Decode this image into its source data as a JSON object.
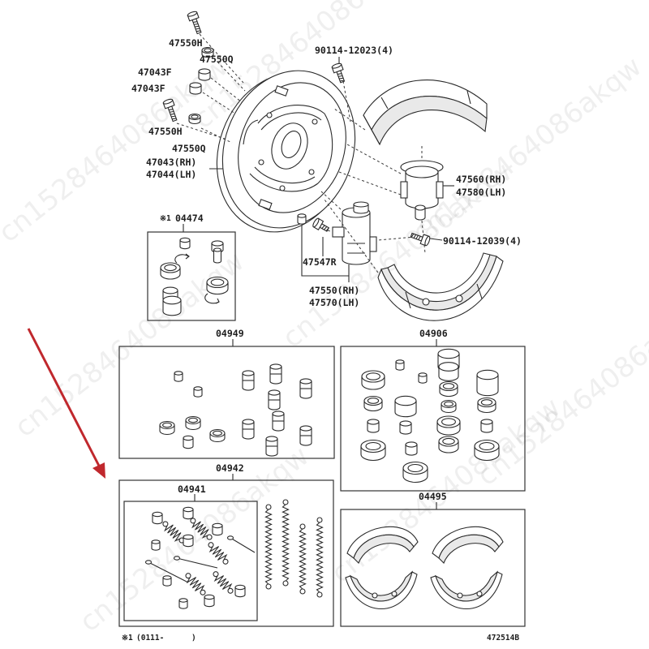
{
  "diagram": {
    "callouts": {
      "bolt_upper": "47550H",
      "washer_upper": "47550Q",
      "nut_upper": "47043F",
      "nut_lower": "47043F",
      "bolt_lower": "47550H",
      "washer_lower": "47550Q",
      "plate_rh": "47043(RH)",
      "plate_lh": "47044(LH)",
      "bolt_top": "90114-12023(4)",
      "front_cyl_rh": "47560(RH)",
      "front_cyl_lh": "47580(LH)",
      "cyl_bolt": "90114-12039(4)",
      "bleeder": "47547R",
      "rear_cyl_rh": "47550(RH)",
      "rear_cyl_lh": "47570(LH)"
    },
    "kits": {
      "k04474": {
        "note": "※1",
        "code": "04474"
      },
      "k04949": {
        "code": "04949"
      },
      "k04906": {
        "code": "04906"
      },
      "k04942": {
        "code": "04942"
      },
      "k04941": {
        "code": "04941"
      },
      "k04495": {
        "code": "04495"
      }
    },
    "footer": {
      "note_mark": "※1",
      "note_open": "(0111-",
      "note_close": ")",
      "figure_id": "472514B"
    },
    "watermark": "cn1528464086akqw",
    "colors": {
      "line": "#2b2b2b",
      "arrow": "#c0282d"
    }
  }
}
